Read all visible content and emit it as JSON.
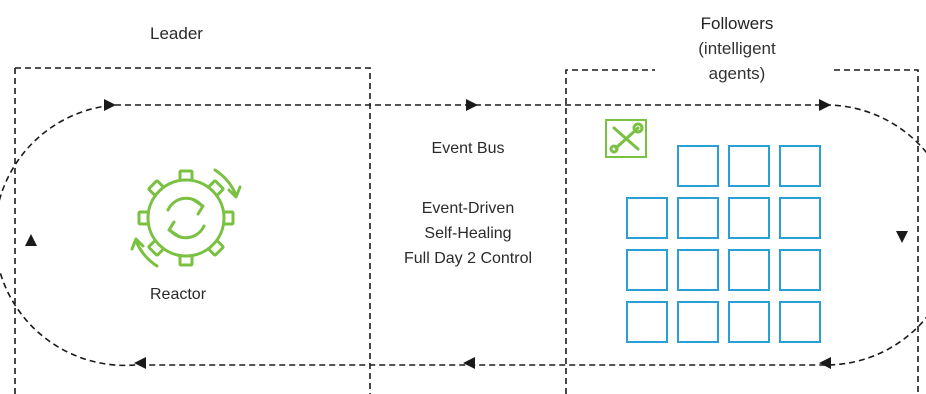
{
  "leader": {
    "title": "Leader"
  },
  "followers": {
    "title_line1": "Followers",
    "title_line2": "(intelligent",
    "title_line3": "agents)"
  },
  "event_bus": {
    "title": "Event Bus",
    "features": [
      "Event-Driven",
      "Self-Healing",
      "Full Day 2 Control"
    ]
  },
  "reactor": {
    "label": "Reactor",
    "icon": "gear-cycle-icon"
  },
  "tools_icon": "tools-icon",
  "agents_grid": {
    "rows": [
      3,
      4,
      4,
      4
    ]
  },
  "colors": {
    "agent_blue": "#2a9fd6",
    "reactor_green": "#7ac142",
    "line": "#1a1a1a"
  }
}
